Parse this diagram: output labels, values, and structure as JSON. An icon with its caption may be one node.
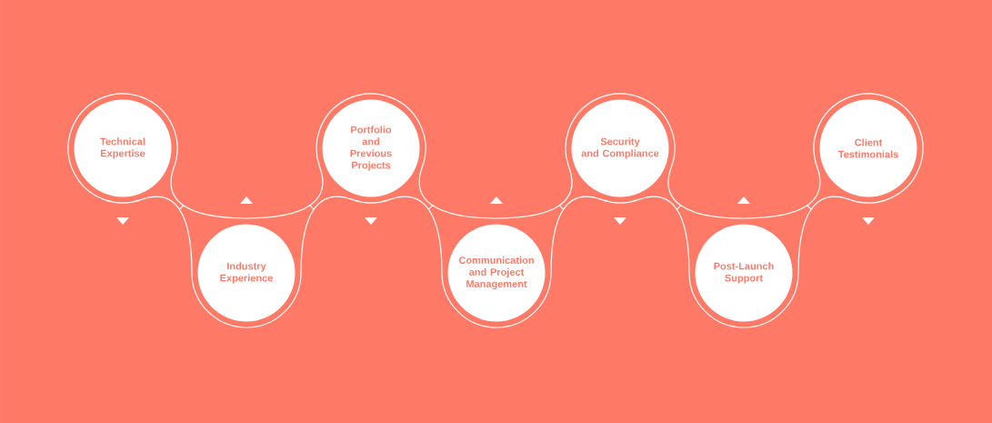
{
  "diagram": {
    "nodes": [
      {
        "text": [
          "Technical Expertise"
        ]
      },
      {
        "text": [
          "Industry Experience"
        ]
      },
      {
        "text": [
          "Portfolio and Previous Projects"
        ]
      },
      {
        "text": [
          "Communication and Project Management"
        ]
      },
      {
        "text": [
          "Security and Compliance"
        ]
      },
      {
        "text": [
          "Post-Launch Support"
        ]
      },
      {
        "text": [
          "Client Testimonials"
        ]
      }
    ],
    "edges": [
      {
        "from": 0,
        "to": 1,
        "arrow": "none"
      },
      {
        "from": 1,
        "to": 2,
        "arrow": "none"
      },
      {
        "from": 2,
        "to": 3,
        "arrow": "none"
      },
      {
        "from": 3,
        "to": 4,
        "arrow": "none"
      },
      {
        "from": 4,
        "to": 5,
        "arrow": "none"
      },
      {
        "from": 5,
        "to": 6,
        "arrow": "none"
      }
    ]
  }
}
